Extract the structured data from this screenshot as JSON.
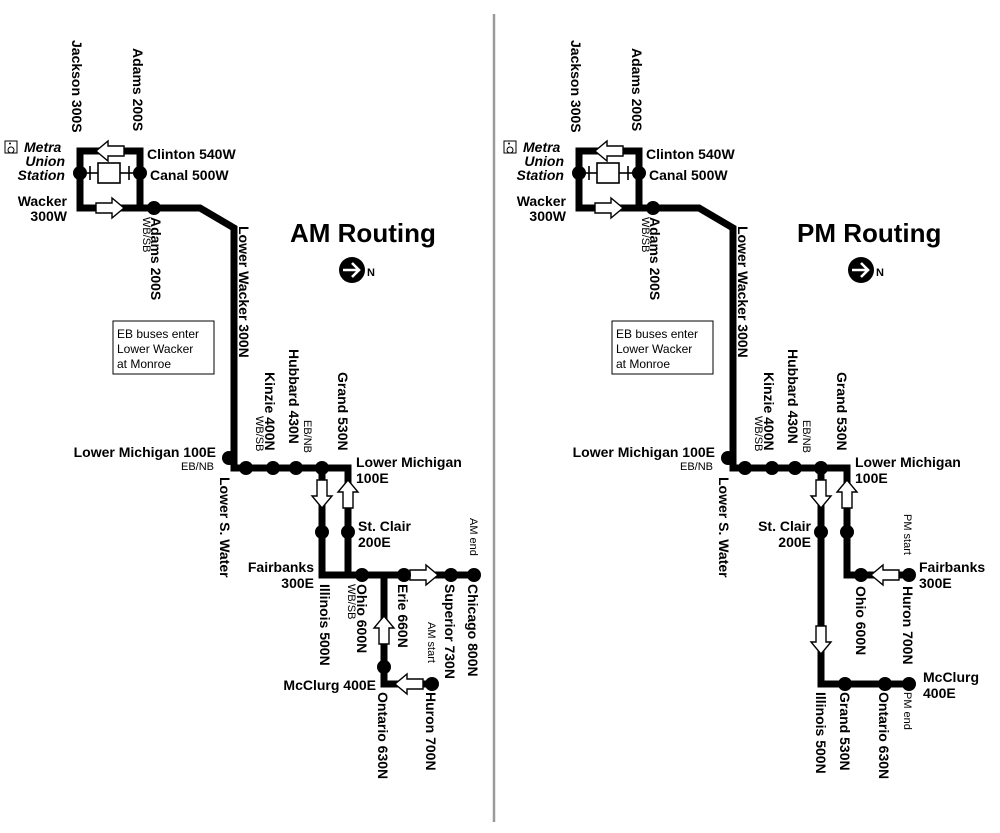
{
  "divider_color": "#9a9a9a",
  "line_color": "#000000",
  "panels": [
    {
      "title": "AM Routing",
      "north_label": "N",
      "note": [
        "EB buses enter",
        "Lower Wacker",
        "at Monroe"
      ],
      "labels": {
        "jackson": "Jackson 300S",
        "adams_top": "Adams 200S",
        "metra1": "Metra",
        "metra2": "Union",
        "metra3": "Station",
        "clinton": "Clinton 540W",
        "canal": "Canal 500W",
        "wacker1": "Wacker",
        "wacker2": "300W",
        "adams_wbsb_dir": "WB/SB",
        "adams_wbsb": "Adams 200S",
        "lower_wacker": "Lower Wacker 300N",
        "lower_michigan_w": "Lower Michigan 100E",
        "lower_michigan_w_dir": "EB/NB",
        "lower_s_water": "Lower S. Water",
        "kinzie": "Kinzie 400N",
        "kinzie_dir": "WB/SB",
        "hubbard": "Hubbard 430N",
        "hubbard_dir": "EB/NB",
        "grand": "Grand 530N",
        "lower_michigan_e1": "Lower Michigan",
        "lower_michigan_e2": "100E",
        "st_clair1": "St. Clair",
        "st_clair2": "200E",
        "fairbanks1": "Fairbanks",
        "fairbanks2": "300E",
        "illinois": "Illinois 500N",
        "ohio": "Ohio 600N",
        "ohio_dir": "WB/SB",
        "erie": "Erie 660N",
        "superior": "Superior 730N",
        "chicago": "Chicago 800N",
        "am_end": "AM end",
        "am_start": "AM start",
        "mcclurg": "McClurg 400E",
        "ontario": "Ontario 630N",
        "huron": "Huron 700N"
      }
    },
    {
      "title": "PM Routing",
      "north_label": "N",
      "note": [
        "EB buses enter",
        "Lower Wacker",
        "at Monroe"
      ],
      "labels": {
        "jackson": "Jackson 300S",
        "adams_top": "Adams 200S",
        "metra1": "Metra",
        "metra2": "Union",
        "metra3": "Station",
        "clinton": "Clinton 540W",
        "canal": "Canal 500W",
        "wacker1": "Wacker",
        "wacker2": "300W",
        "adams_wbsb_dir": "WB/SB",
        "adams_wbsb": "Adams 200S",
        "lower_wacker": "Lower Wacker 300N",
        "lower_michigan_w": "Lower Michigan 100E",
        "lower_michigan_w_dir": "EB/NB",
        "lower_s_water": "Lower S. Water",
        "kinzie": "Kinzie 400N",
        "kinzie_dir": "WB/SB",
        "hubbard": "Hubbard 430N",
        "hubbard_dir": "EB/NB",
        "grand": "Grand 530N",
        "lower_michigan_e1": "Lower Michigan",
        "lower_michigan_e2": "100E",
        "st_clair1": "St. Clair",
        "st_clair2": "200E",
        "pm_start": "PM start",
        "fairbanks1": "Fairbanks",
        "fairbanks2": "300E",
        "ohio": "Ohio 600N",
        "huron": "Huron 700N",
        "mcclurg1": "McClurg",
        "mcclurg2": "400E",
        "illinois": "Illinois 500N",
        "grand2": "Grand 530N",
        "ontario": "Ontario 630N",
        "pm_end": "PM end"
      }
    }
  ]
}
